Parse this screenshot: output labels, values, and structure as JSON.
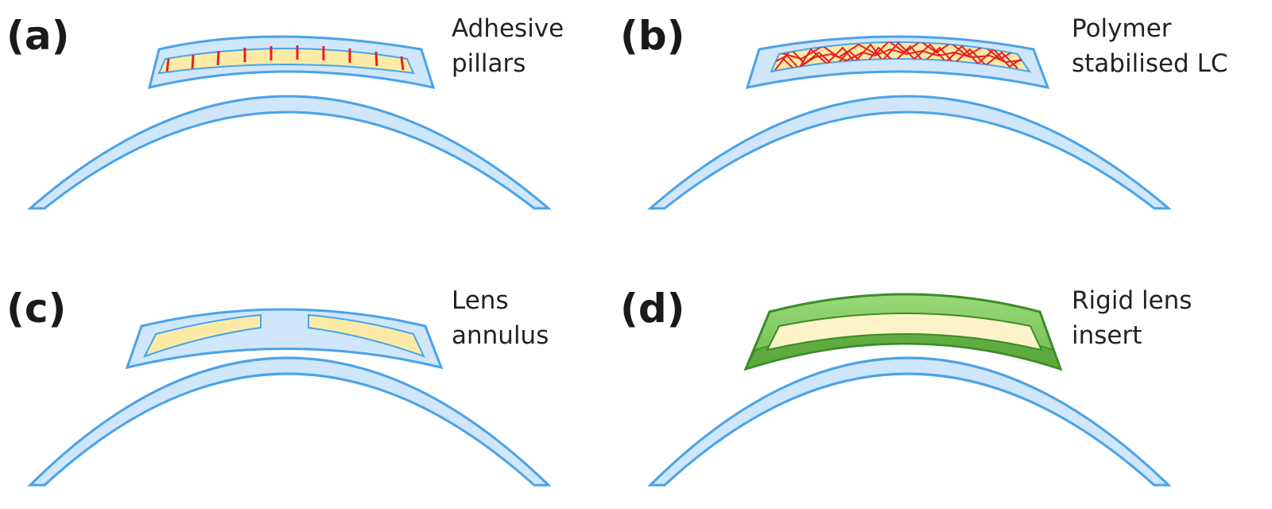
{
  "panels": [
    {
      "letter": "(a)",
      "caption_line1": "Adhesive",
      "caption_line2": "pillars"
    },
    {
      "letter": "(b)",
      "caption_line1": "Polymer",
      "caption_line2": "stabilised LC"
    },
    {
      "letter": "(c)",
      "caption_line1": "Lens",
      "caption_line2": "annulus"
    },
    {
      "letter": "(d)",
      "caption_line1": "Rigid lens",
      "caption_line2": "insert"
    }
  ],
  "colors": {
    "cornea_fill": "#cfe6fb",
    "cornea_stroke": "#4aa3e8",
    "lc_fill": "#fbeaa6",
    "pillar_red": "#e82020",
    "insert_green": "#7fcc5a",
    "insert_green_stroke": "#3d8a2a"
  }
}
